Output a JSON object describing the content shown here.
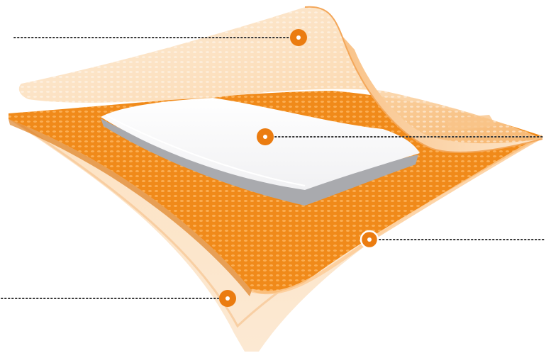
{
  "diagram": {
    "colors": {
      "orange": "#F08A1A",
      "orange_dark": "#E2760A",
      "peach": "#FBD3A3",
      "peach_light": "#FDE7CC",
      "pad_white": "#FFFFFF",
      "pad_gray": "#A9AAAE",
      "leader": "#333333"
    },
    "callouts": [
      {
        "id": "top-film",
        "style": "filled"
      },
      {
        "id": "absorbent-pad",
        "style": "filled"
      },
      {
        "id": "adhesive-layer",
        "style": "ring"
      },
      {
        "id": "backing-layer",
        "style": "filled"
      }
    ]
  }
}
